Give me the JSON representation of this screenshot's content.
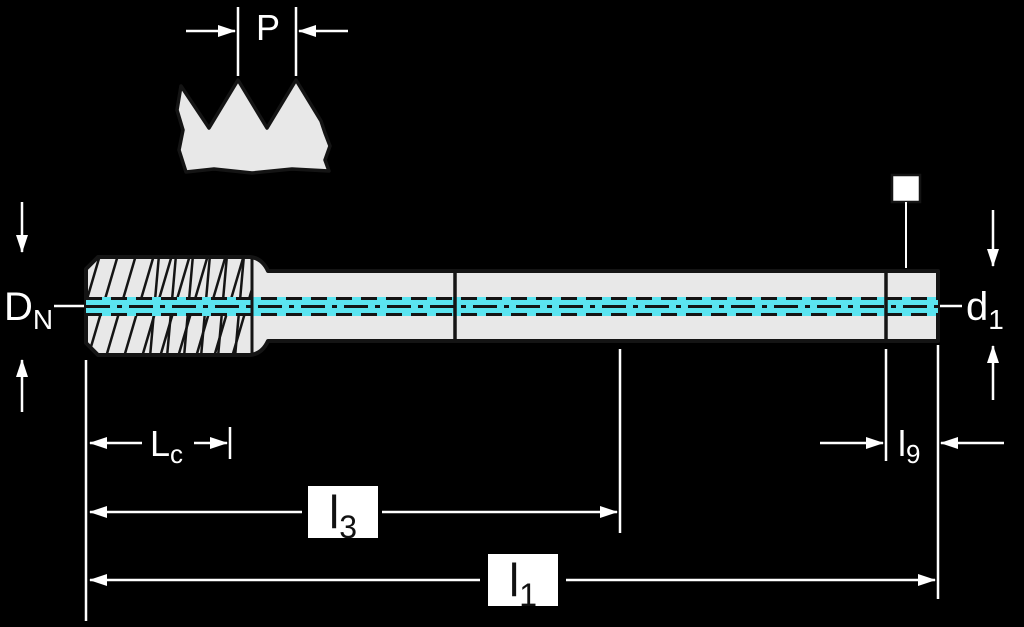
{
  "diagram": {
    "description": "Technical dimension drawing of a machine tap on black background"
  },
  "colors": {
    "background": "#000000",
    "tool_body_fill": "#e8e8e8",
    "outline_black": "#141414",
    "coolant_cyan": "#5be4f0",
    "dimension_white": "#ffffff",
    "label_box_fill": "#ffffff",
    "label_box_text": "#111111"
  },
  "labels": {
    "pitch": "P",
    "nominal_diameter": {
      "base": "D",
      "sub": "N"
    },
    "shank_diameter": {
      "base": "d",
      "sub": "1"
    },
    "chamfer_length": {
      "base": "L",
      "sub": "c"
    },
    "thread_length": {
      "base": "l",
      "sub": "3"
    },
    "overall_length": {
      "base": "l",
      "sub": "1"
    },
    "square_length": {
      "base": "l",
      "sub": "9"
    }
  }
}
